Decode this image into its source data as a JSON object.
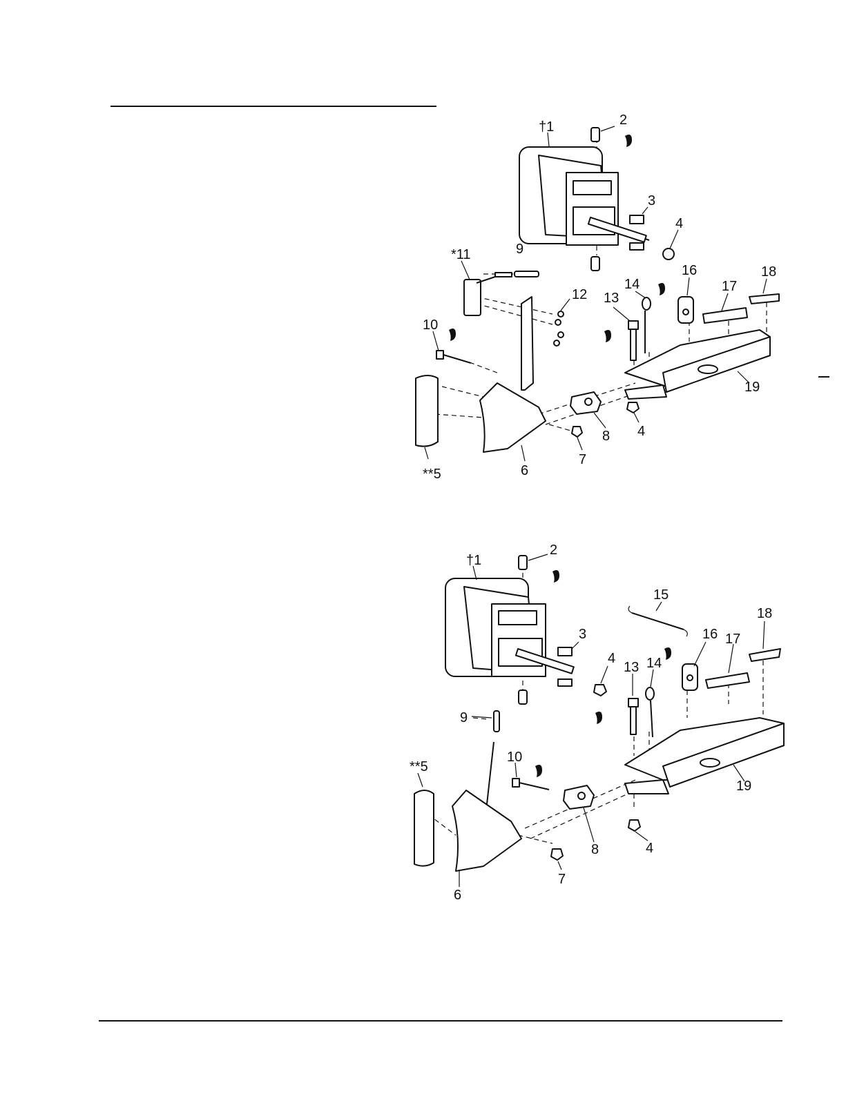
{
  "diagram_top": {
    "labels": [
      "†1",
      "2",
      "3",
      "4",
      "*11",
      "9",
      "16",
      "18",
      "14",
      "17",
      "12",
      "13",
      "10",
      "19",
      "8",
      "4",
      "7",
      "**5",
      "6"
    ]
  },
  "diagram_bottom": {
    "labels": [
      "†1",
      "2",
      "15",
      "18",
      "3",
      "16",
      "17",
      "4",
      "13",
      "14",
      "9",
      "10",
      "**5",
      "19",
      "8",
      "4",
      "7",
      "6"
    ]
  },
  "icons": [
    "grease-point-icon"
  ],
  "colors": {
    "line": "#111111",
    "background": "#ffffff"
  }
}
